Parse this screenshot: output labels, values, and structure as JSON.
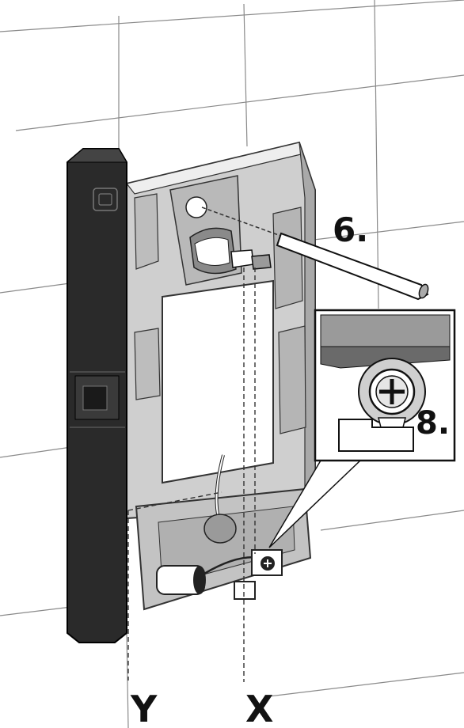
{
  "labels": {
    "step_drill": "6.",
    "step_screw": "8.",
    "axis_y": "Y",
    "axis_x": "X"
  },
  "colors": {
    "background": "#ffffff",
    "tile_grout": "#7a7a7a",
    "frame_grey": "#c8c8c8",
    "frame_dark": "#8a8a8a",
    "profile_black": "#2a2a2a",
    "ink": "#111111"
  },
  "icons": {
    "drill_bit": "drill-bit-icon",
    "screw_detail": "screw-detail-icon"
  }
}
